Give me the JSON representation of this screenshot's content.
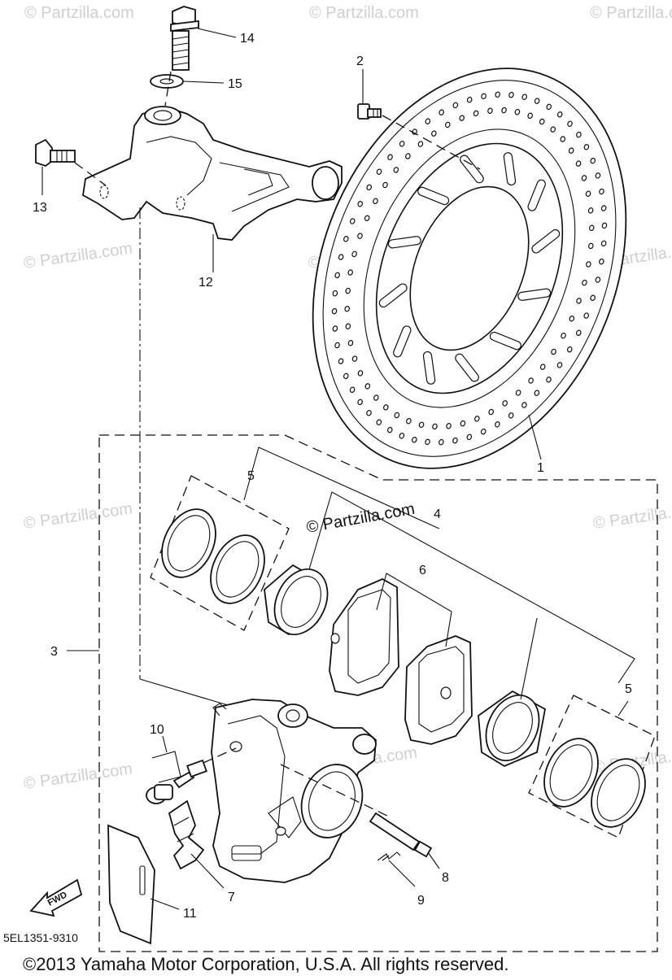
{
  "watermark": "© Partzilla.com",
  "watermark_main": "© Partzilla.com",
  "diagram_code": "5EL1351-9310",
  "copyright": "©2013  Yamaha Motor Corporation, U.S.A. All rights reserved.",
  "fwd_label": "FWD",
  "callouts": {
    "c1": "1",
    "c2": "2",
    "c3": "3",
    "c4": "4",
    "c5a": "5",
    "c5b": "5",
    "c6": "6",
    "c7": "7",
    "c8": "8",
    "c9": "9",
    "c10": "10",
    "c11": "11",
    "c12": "12",
    "c13": "13",
    "c14": "14",
    "c15": "15"
  }
}
